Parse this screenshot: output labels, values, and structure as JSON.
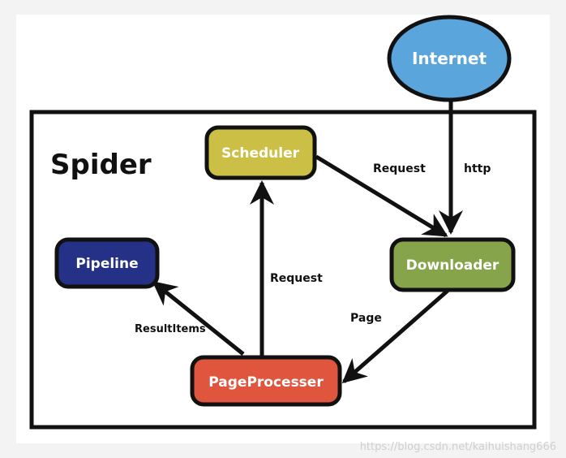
{
  "diagram": {
    "container_title": "Spider",
    "nodes": {
      "internet": {
        "label": "Internet",
        "color": "#5aa6dc"
      },
      "scheduler": {
        "label": "Scheduler",
        "color": "#cbbf45"
      },
      "downloader": {
        "label": "Downloader",
        "color": "#86a54a"
      },
      "pipeline": {
        "label": "Pipeline",
        "color": "#253087"
      },
      "pageprocesser": {
        "label": "PageProcesser",
        "color": "#e0553e"
      }
    },
    "edges": {
      "http": "http",
      "scheduler_to_downloader": "Request",
      "processer_to_scheduler": "Request",
      "downloader_to_processer": "Page",
      "processer_to_pipeline": "ResultItems"
    }
  },
  "watermark": "https://blog.csdn.net/kaihuishang666"
}
